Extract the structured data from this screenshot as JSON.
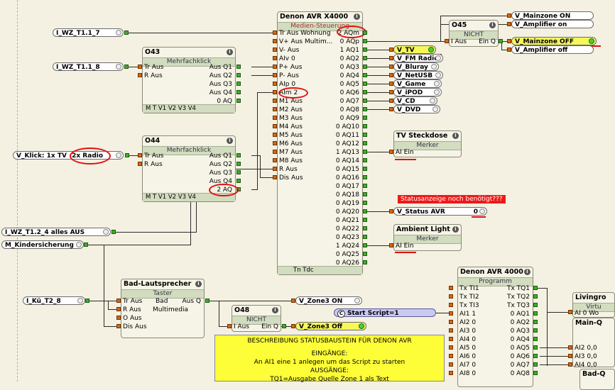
{
  "inputs": {
    "wz_t1_1_7": "I_WZ_T1.1_7",
    "wz_t1_1_8": "I_WZ_T1.1_8",
    "klick": "V_Klick: 1x TV",
    "klick_value": "2x Radio",
    "wz_t1_2_4": "I_WZ_T1.2_4 alles AUS",
    "kindersicherung": "M_Kindersicherung",
    "kue_t2_8": "I_Kü_T2_8"
  },
  "o43": {
    "id": "O43",
    "subtitle": "Mehrfachklick",
    "in": [
      "Tr Aus",
      "R Aus"
    ],
    "out": [
      "Aus Q1",
      "Aus Q2",
      "Aus Q3",
      "Aus Q4",
      "0 AQ"
    ],
    "footer": "M T V1 V2 V3 V4"
  },
  "o44": {
    "id": "O44",
    "subtitle": "Mehrfachklick",
    "in": [
      "Tr Aus",
      "R Aus"
    ],
    "out": [
      "Aus Q1",
      "Aus Q2",
      "Aus Q3",
      "Aus Q4",
      "2 AQ"
    ],
    "footer": "M T V1 V2 V3 V4"
  },
  "denon": {
    "title": "Denon AVR X4000",
    "subtitle": "Medien-Steuerung",
    "in": [
      "Tr Aus Wohnung",
      "V+ Aus Multim...",
      "V- Aus",
      "AIv 0",
      "P+ Aus",
      "P- Aus",
      "AIp 0",
      "AIm 2",
      "M1 Aus",
      "M2 Aus",
      "M3 Aus",
      "M4 Aus",
      "M5 Aus",
      "M6 Aus",
      "M7 Aus",
      "M8 Aus",
      "R Aus",
      "Dis Aus"
    ],
    "out": [
      "2 AQm",
      "0 AQp",
      "1 AQ1",
      "0 AQ2",
      "0 AQ3",
      "0 AQ4",
      "0 AQ5",
      "0 AQ6",
      "0 AQ7",
      "0 AQ8",
      "0 AQ9",
      "0 AQ10",
      "0 AQ11",
      "0 AQ12",
      "1 AQ13",
      "0 AQ14",
      "0 AQ15",
      "0 AQ16",
      "0 AQ17",
      "0 AQ18",
      "0 AQ19",
      "0 AQ20",
      "0 AQ21",
      "0 AQ22",
      "0 AQ23",
      "1 AQ24",
      "0 AQ25",
      "0 AQ26"
    ],
    "footer": "Tn Tdc"
  },
  "o45": {
    "id": "O45",
    "subtitle": "NICHT",
    "in": "I Aus",
    "out": "Ein Q"
  },
  "outputs": {
    "mainzone_on": "V_Mainzone ON",
    "amplifier_on": "V_Amplifier on",
    "mainzone_off": "V_Mainzone OFF",
    "amplifier_off": "V_Amplifier off",
    "tv": "V_TV",
    "fm_radio": "V_FM Radio",
    "bluray": "V_Bluray",
    "netusb": "V_NetUSB",
    "game": "V_Game",
    "ipod": "V_iPOD",
    "cd": "V_CD",
    "dvd": "V_DVD",
    "status_avr": "V_Status AVR",
    "status_avr_value": "0",
    "zone3_on": "V_Zone3 ON",
    "zone3_off": "V_Zone3 Off",
    "start_script": "Start Script=1",
    "start_script_prefix": "C"
  },
  "tv_steckdose": {
    "title": "TV Steckdose",
    "subtitle": "Merker",
    "in": "AI Ein"
  },
  "ambient_light": {
    "title": "Ambient Light",
    "subtitle": "Merker",
    "in": "AI Ein"
  },
  "note": "Statusanzeige noch benötigt???",
  "bad_lautsprecher": {
    "title": "Bad-Lautsprecher",
    "subtitle": "Taster",
    "in": [
      "Tr Aus",
      "R Aus",
      "O Aus",
      "Dis Aus"
    ],
    "mid": [
      "Bad",
      "Multimedia"
    ],
    "out": "Aus Q"
  },
  "o48": {
    "id": "O48",
    "subtitle": "NICHT",
    "in": "I Aus",
    "out": "Ein Q"
  },
  "denon_prog": {
    "title": "Denon AVR 4000",
    "subtitle": "Programm",
    "in": [
      "Tx TI1",
      "Tx TI2",
      "Tx TI3",
      "AI1 1",
      "AI2 0",
      "AI3 0",
      "AI4 0",
      "AI5 0",
      "AI6 0",
      "AI7 0",
      "AI8 0"
    ],
    "out": [
      "Tx TQ1",
      "Tx TQ2",
      "Tx TQ3",
      "0 AQ1",
      "0 AQ2",
      "0 AQ3",
      "0 AQ4",
      "0 AQ5",
      "0 AQ6",
      "0 AQ7",
      "0 AQ8"
    ]
  },
  "livingroom": {
    "title": "Livingro",
    "subtitle": "Virtu",
    "in": "AI 0 Wo"
  },
  "mainzone_blk": {
    "title": "Main-Q",
    "in": [
      "AI2 0,0",
      "AI3 0,0",
      "AI4 0,0"
    ]
  },
  "bad_q": {
    "title": "Bad-Q"
  },
  "description": {
    "title": "BESCHREIBUNG STATUSBAUSTEIN FÜR DENON AVR",
    "eingaenge": "EINGÄNGE:",
    "line1": "An AI1 eine 1 anlegen um das Script zu starten",
    "ausgaenge": "AUSGÄNGE:",
    "line2": "TQ1=Ausgabe Quelle Zone 1 als Text"
  },
  "colors": {
    "accent_red": "#e01010",
    "pin_orange": "#d46a10",
    "pin_green": "#3fae2a",
    "header_green": "#d2dcbf",
    "yellow": "#f7f75a"
  }
}
